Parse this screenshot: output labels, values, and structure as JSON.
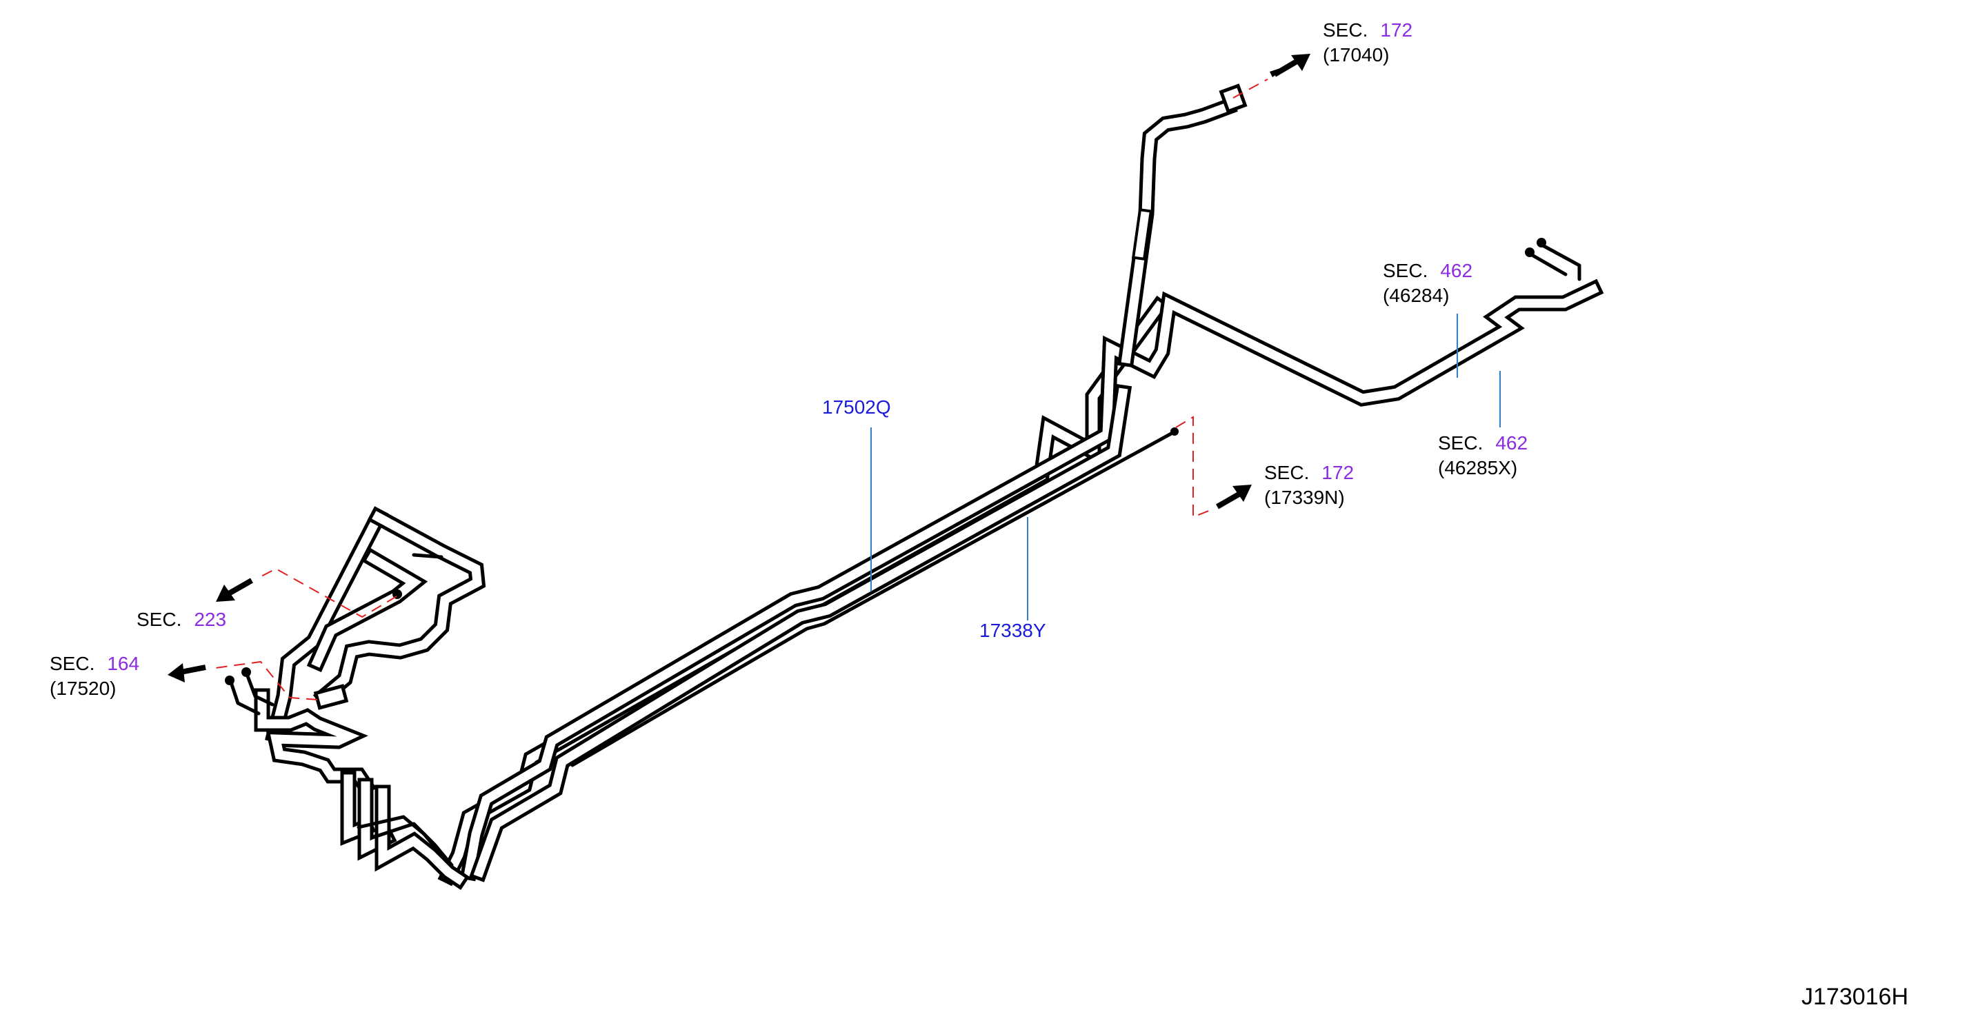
{
  "callouts": {
    "sec172_top": {
      "prefix": "SEC.",
      "number": "172",
      "sub": "(17040)"
    },
    "sec462_a": {
      "prefix": "SEC.",
      "number": "462",
      "sub": "(46284)"
    },
    "sec462_b": {
      "prefix": "SEC.",
      "number": "462",
      "sub": "(46285X)"
    },
    "sec172_mid": {
      "prefix": "SEC.",
      "number": "172",
      "sub": "(17339N)"
    },
    "sec223": {
      "prefix": "SEC.",
      "number": "223"
    },
    "sec164": {
      "prefix": "SEC.",
      "number": "164",
      "sub": "(17520)"
    }
  },
  "parts": {
    "tube_main": "17502Q",
    "tube_return": "17338Y"
  },
  "diagram_code": "J173016H",
  "colors": {
    "section_number": "#8b2be2",
    "part_number": "#1a1adc",
    "leader_line": "#2f7fc7",
    "phantom_line": "#e02020"
  }
}
